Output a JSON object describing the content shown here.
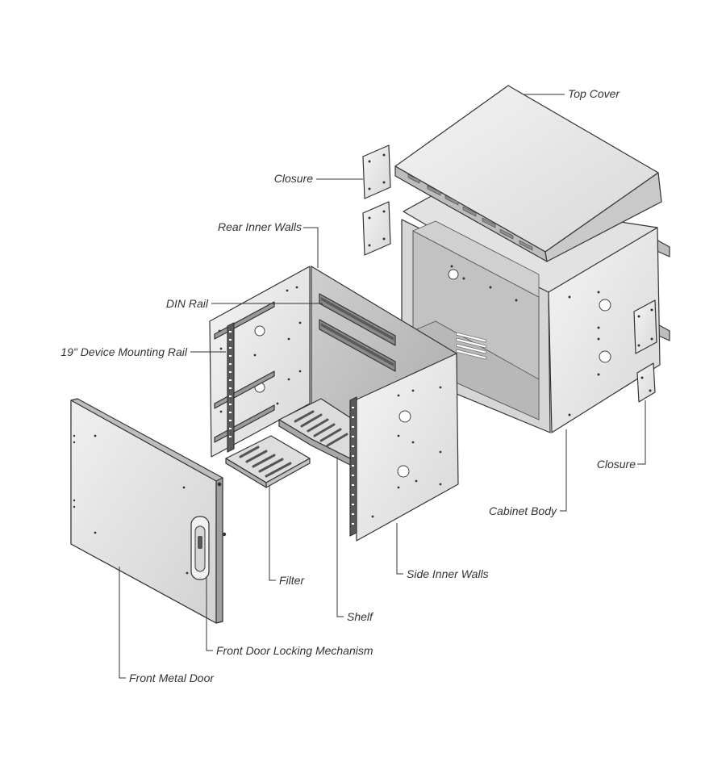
{
  "labels": {
    "top_cover": "Top Cover",
    "closure_left": "Closure",
    "rear_inner_walls": "Rear Inner Walls",
    "din_rail": "DIN Rail",
    "device_mounting_rail": "19\" Device Mounting Rail",
    "closure_right": "Closure",
    "cabinet_body": "Cabinet Body",
    "side_inner_walls": "Side Inner Walls",
    "filter": "Filter",
    "shelf": "Shelf",
    "front_door_locking_mechanism": "Front Door Locking Mechanism",
    "front_metal_door": "Front Metal Door"
  },
  "colors": {
    "panel_light": "#ececec",
    "panel_mid": "#dedede",
    "panel_dark": "#c4c4c4",
    "outline": "#333333"
  }
}
